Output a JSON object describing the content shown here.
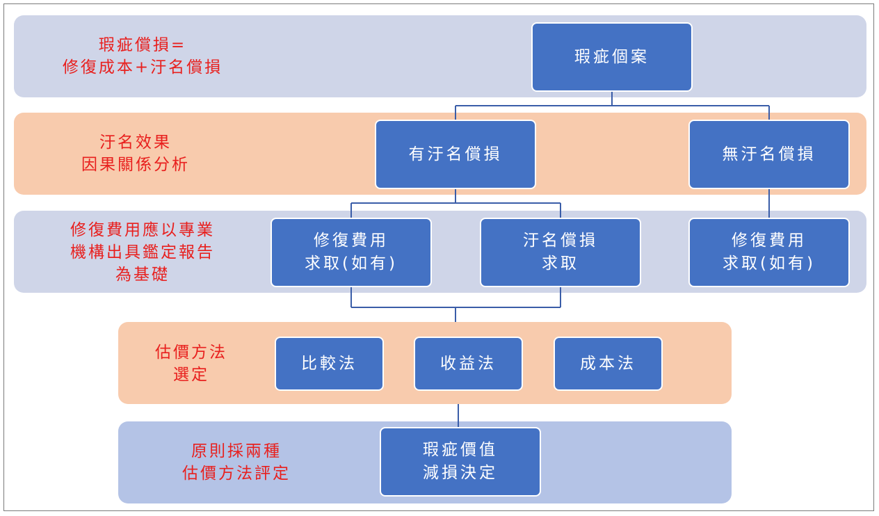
{
  "bands": {
    "row1_label": [
      "瑕疵償損=",
      "修復成本+汙名償損"
    ],
    "row2_label": [
      "汙名效果",
      "因果關係分析"
    ],
    "row3_label": [
      "修復費用應以專業",
      "機構出具鑑定報告",
      "為基礎"
    ],
    "row4_label": [
      "估價方法",
      "選定"
    ],
    "row5_label": [
      "原則採兩種",
      "估價方法評定"
    ]
  },
  "nodes": {
    "defect_case": [
      "瑕疵個案"
    ],
    "with_stigma": [
      "有汙名償損"
    ],
    "without_stigma": [
      "無汙名償損"
    ],
    "repair_claim_left": [
      "修復費用",
      "求取(如有)"
    ],
    "stigma_claim": [
      "汙名償損",
      "求取"
    ],
    "repair_claim_right": [
      "修復費用",
      "求取(如有)"
    ],
    "comparison": [
      "比較法"
    ],
    "income": [
      "收益法"
    ],
    "cost": [
      "成本法"
    ],
    "decision": [
      "瑕疵價值",
      "減損決定"
    ]
  },
  "colors": {
    "node_fill": "#4472c4",
    "label_text": "#e8201e",
    "band_blue": "#cfd5e8",
    "band_orange": "#f8cbad",
    "band_blue_dark": "#b4c3e6",
    "connector": "#3a5da8"
  }
}
